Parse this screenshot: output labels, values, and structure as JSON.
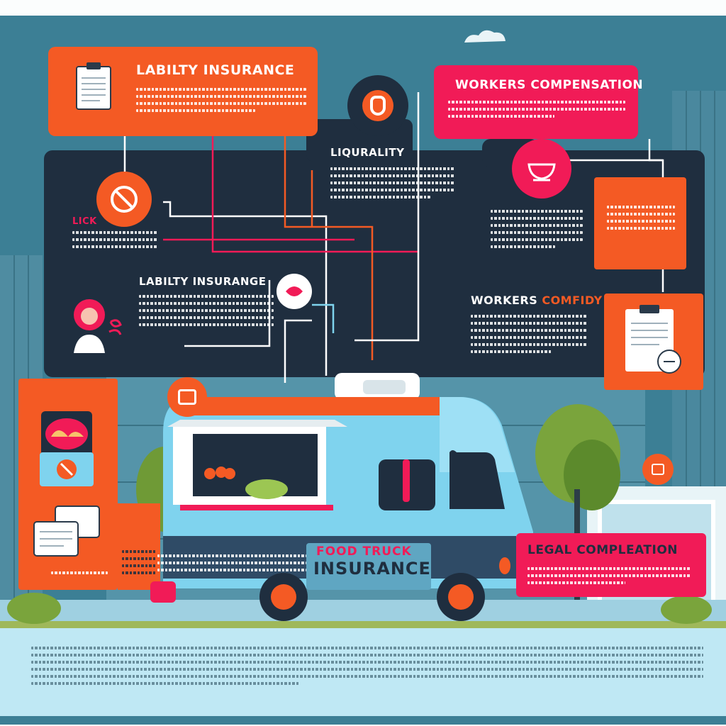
{
  "colors": {
    "orange": "#f45a24",
    "pink": "#f11b57",
    "dark_panel": "#1f2e3f",
    "sky": "#3c7f95",
    "truck_body": "#7fd3ee",
    "ground_light": "#bfe8f4"
  },
  "cards": {
    "liability_top": "LABILTY INSURANCE",
    "workers_top": "WORKERS COMPENSATION",
    "liqurality": "LIQURALITY",
    "lick": "LICK",
    "liability_mid": "LABILTY INSURANGE",
    "workers_mid_a": "WORKERS",
    "workers_mid_b": "COMFIDY",
    "legal": "LEGAL COMPLEATION"
  },
  "truck": {
    "title_line1": "FOOD TRUCK",
    "title_line2": "INSURANCE"
  },
  "icons": [
    "clipboard-icon",
    "shield-icon",
    "no-symbol-icon",
    "bowl-icon",
    "food-hand-icon",
    "chef-icon",
    "food-box-icon",
    "document-icon",
    "chat-bubble-icon",
    "calculator-icon"
  ]
}
